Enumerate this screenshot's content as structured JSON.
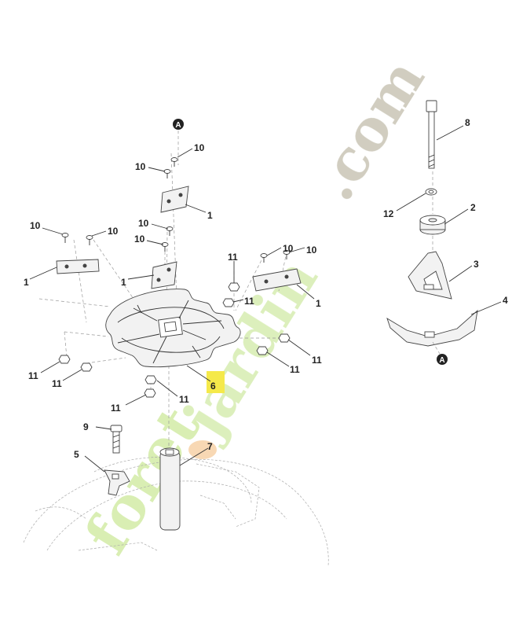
{
  "reference_markers": [
    {
      "id": "A-top",
      "text": "A"
    },
    {
      "id": "A-right",
      "text": "A"
    }
  ],
  "callouts": [
    {
      "id": "c10a",
      "text": "10"
    },
    {
      "id": "c10b",
      "text": "10"
    },
    {
      "id": "c1a",
      "text": "1"
    },
    {
      "id": "c10c",
      "text": "10"
    },
    {
      "id": "c10d",
      "text": "10"
    },
    {
      "id": "c10e",
      "text": "10"
    },
    {
      "id": "c10f",
      "text": "10"
    },
    {
      "id": "c1b",
      "text": "1"
    },
    {
      "id": "c1c",
      "text": "1"
    },
    {
      "id": "c11a",
      "text": "11"
    },
    {
      "id": "c11b",
      "text": "11"
    },
    {
      "id": "c10g",
      "text": "10"
    },
    {
      "id": "c10h",
      "text": "10"
    },
    {
      "id": "c1d",
      "text": "1"
    },
    {
      "id": "c11c",
      "text": "11"
    },
    {
      "id": "c11d",
      "text": "11"
    },
    {
      "id": "c11e",
      "text": "11"
    },
    {
      "id": "c11f",
      "text": "11"
    },
    {
      "id": "c11g",
      "text": "11"
    },
    {
      "id": "c11h",
      "text": "11"
    },
    {
      "id": "c6",
      "text": "6",
      "highlight": "#f5e94a"
    },
    {
      "id": "c9",
      "text": "9"
    },
    {
      "id": "c5",
      "text": "5"
    },
    {
      "id": "c7",
      "text": "7"
    },
    {
      "id": "c8",
      "text": "8"
    },
    {
      "id": "c12",
      "text": "12"
    },
    {
      "id": "c2",
      "text": "2"
    },
    {
      "id": "c3",
      "text": "3"
    },
    {
      "id": "c4",
      "text": "4"
    }
  ],
  "watermarks": [
    {
      "id": "wm-com",
      "text": ".com",
      "color": "#c9c5b5"
    },
    {
      "id": "wm-jardin",
      "text": "jardin",
      "color": "#d6ecb0"
    },
    {
      "id": "wm-foret",
      "text": "foret",
      "color": "#d2eba6"
    }
  ],
  "colors": {
    "highlight": "#f5e94a",
    "line": "#333333",
    "watermark_green": "#cde8a0",
    "watermark_grey": "#c9c5b5",
    "watermark_orange": "#f4c690"
  }
}
